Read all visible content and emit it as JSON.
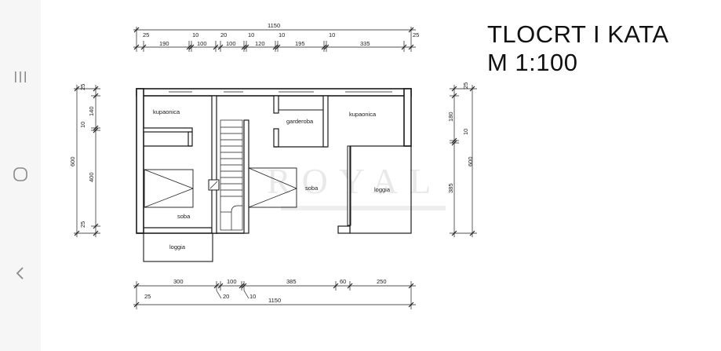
{
  "title": {
    "line1": "TLOCRT I KATA",
    "line2": "M 1:100"
  },
  "watermark": {
    "text": "ROYAL"
  },
  "nav": {
    "recents_icon": "recents-icon",
    "home_icon": "home-icon",
    "back_icon": "back-icon"
  },
  "rooms": {
    "bath_left": "kupaonica",
    "wardrobe": "garderoba",
    "bath_right": "kupaonica",
    "room_left": "soba",
    "room_center": "soba",
    "loggia_right": "loggia",
    "loggia_bottom": "loggia"
  },
  "dimensions": {
    "top_total": "1150",
    "top_row": [
      "25",
      "190",
      "10",
      "100",
      "20",
      "100",
      "10",
      "120",
      "10",
      "195",
      "10",
      "335",
      "25"
    ],
    "left_col": [
      "25",
      "140",
      "10",
      "400",
      "25"
    ],
    "left_total": "600",
    "right_col": [
      "25",
      "180",
      "10",
      "385"
    ],
    "right_total": "600",
    "bottom_row": [
      "300",
      "100",
      "385",
      "60",
      "250"
    ],
    "bottom_small": [
      "25",
      "20",
      "10"
    ],
    "bottom_total": "1150"
  }
}
